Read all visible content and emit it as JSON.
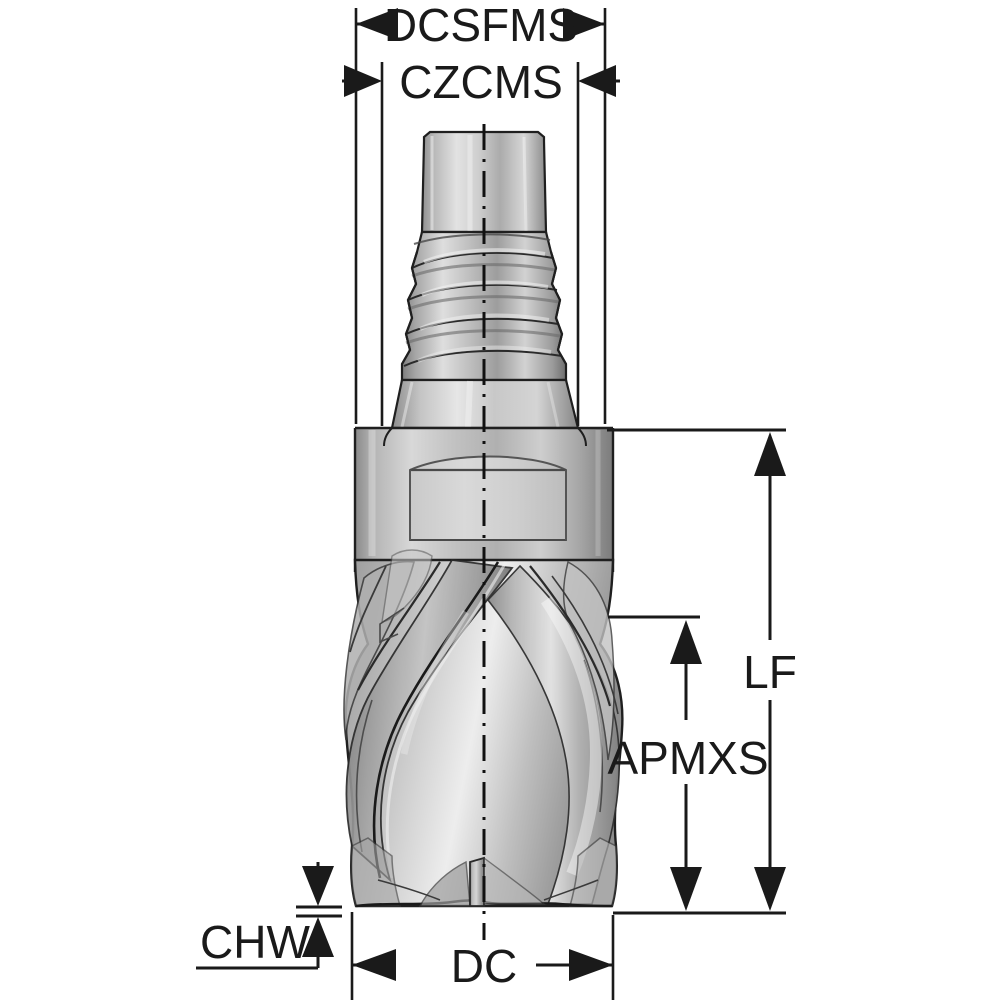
{
  "drawing": {
    "title": "Milling cutter dimension diagram",
    "background_color": "#ffffff",
    "line_color": "#1a1a1a",
    "metal_light": "#e8e8e8",
    "metal_mid": "#b5b5b5",
    "metal_dark": "#707070",
    "metal_shadow": "#4a4a4a"
  },
  "dimensions": {
    "dcsfms": {
      "label": "DCSFMS",
      "orientation": "horizontal",
      "position": "top-outer",
      "arrow_style": "outward"
    },
    "czcms": {
      "label": "CZCMS",
      "orientation": "horizontal",
      "position": "top-inner",
      "arrow_style": "inward"
    },
    "lf": {
      "label": "LF",
      "orientation": "vertical",
      "position": "right-outer",
      "arrow_style": "inward"
    },
    "apmxs": {
      "label": "APMXS",
      "orientation": "vertical",
      "position": "right-inner",
      "arrow_style": "inward"
    },
    "chw": {
      "label": "CHW",
      "orientation": "vertical",
      "position": "bottom-left",
      "arrow_style": "outward"
    },
    "dc": {
      "label": "DC",
      "orientation": "horizontal",
      "position": "bottom",
      "arrow_style": "outward"
    }
  },
  "tool": {
    "parts": [
      {
        "name": "threaded-shank",
        "description": "threaded screw shank at top"
      },
      {
        "name": "shank-collar",
        "description": "smooth cylindrical neck above thread"
      },
      {
        "name": "cutter-body",
        "description": "cylindrical body with wrench flat"
      },
      {
        "name": "flute-section",
        "description": "helical fluted cutting section"
      },
      {
        "name": "cutting-edge",
        "description": "bottom cutting edges / corner chamfer"
      },
      {
        "name": "center-axis",
        "description": "dash-dot centerline"
      }
    ]
  }
}
